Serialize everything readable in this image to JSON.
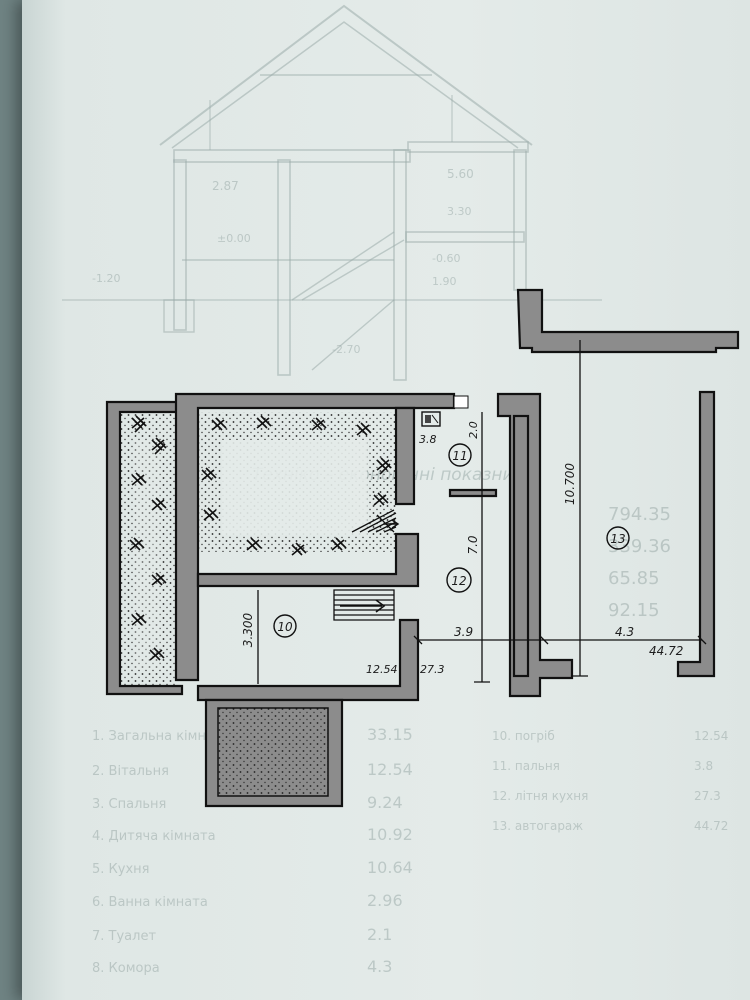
{
  "section_labels": {
    "h1": "2.87",
    "h2": "5.60",
    "h3": "±0.00",
    "h4": "3.30",
    "h5": "-1.20",
    "h6": "-0.60",
    "h7": "1.90",
    "h8": "-2.70"
  },
  "room_numbers": {
    "r10": "10",
    "r11": "11",
    "r12": "12",
    "r13": "13"
  },
  "dimensions": {
    "d_11_height": "2.0",
    "d_11_area": "3.8",
    "d_12_height": "7.0",
    "d_10_height": "3.300",
    "d_10_area": "12.54",
    "d_12_area": "27.3",
    "d_width_39": "3.9",
    "d_width_43": "4.3",
    "d_13_area": "44.72",
    "d_13_height": "10.700"
  },
  "ghost_text": {
    "heading": "Техніко – економічні показники:",
    "summary_values": [
      "794.35",
      "339.36",
      "65.85",
      "92.15"
    ],
    "room_names": [
      "1. Загальна кімната",
      "2. Вітальня",
      "3. Спальня",
      "4. Дитяча кімната",
      "5. Кухня",
      "6. Ванна кімната",
      "7. Туалет",
      "8. Комора"
    ],
    "room_areas": [
      "33.15",
      "12.54",
      "9.24",
      "10.92",
      "10.64",
      "2.96",
      "2.1",
      "4.3"
    ],
    "room_names_right": [
      "10. погріб",
      "11. пальня",
      "12. літня кухня",
      "13. автогараж"
    ],
    "room_areas_right": [
      "12.54",
      "3.8",
      "27.3",
      "44.72"
    ]
  },
  "colors": {
    "paper": "#e4ebe9",
    "wall_fill": "#8c8c8c",
    "ink": "#111111",
    "ghost": "#8fa09e",
    "background": "#6f8383"
  }
}
